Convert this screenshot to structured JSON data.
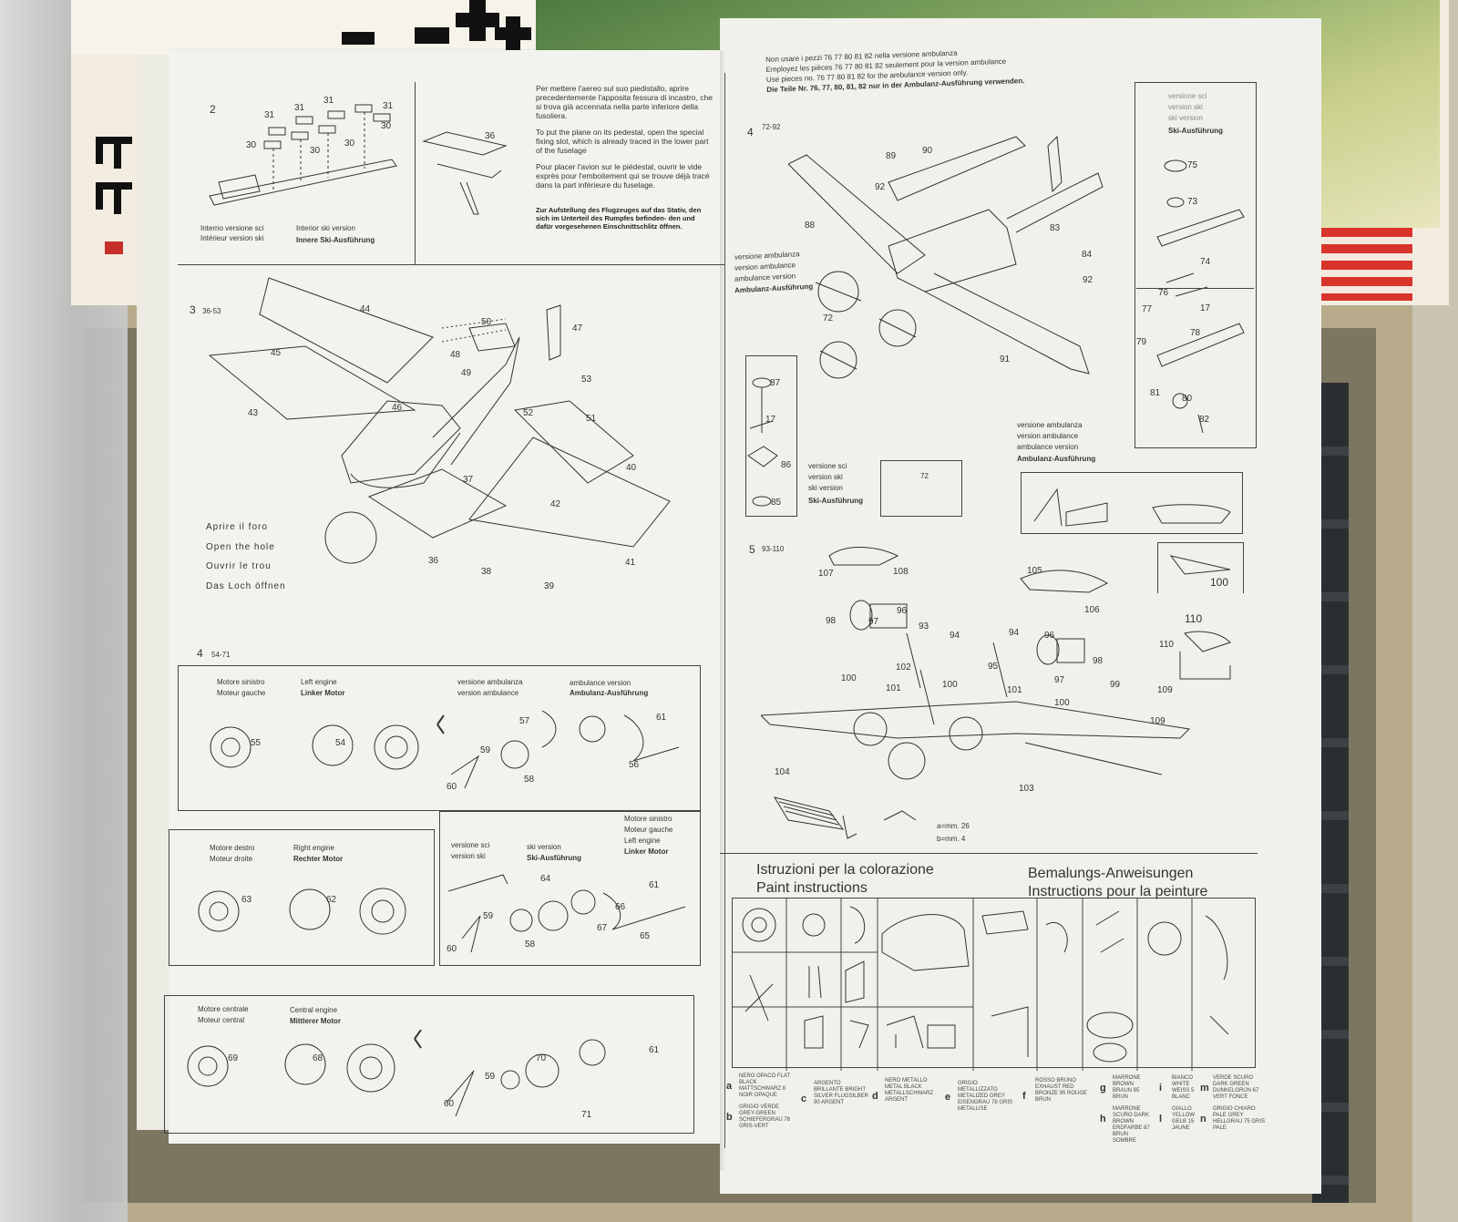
{
  "photo": {
    "colors": {
      "sheet": "#f3f3ee",
      "box": "#b9ad8e",
      "ink": "#333333"
    }
  },
  "left_page": {
    "step2": {
      "number": "2",
      "parts": [
        "31",
        "31",
        "31",
        "31",
        "30",
        "30",
        "30",
        "30"
      ],
      "labels": {
        "interno_it": "Interno versione sci",
        "interno_fr": "Intérieur version ski",
        "interior_en": "Interior ski version",
        "innere_de": "Innere Ski-Ausführung",
        "part36": "36"
      },
      "text": {
        "it": "Per mettere l'aereo sul suo piedistallo, aprire precedentemente l'apposita fessura di incastro, che si trova già accennata nella parte inferiore della fusoliera.",
        "en": "To put the plane on its pedestal, open the special fixing slot, which is already traced in the lower part of the fuselage",
        "fr": "Pour placer l'avion sur le piédestal, ouvrir le vide exprès pour l'emboitement qui se trouve déjà tracé dans la part inférieure du fuselage.",
        "de": "Zur Aufstellung des Flugzeuges auf das Stativ, den sich im Unterteil des Rumpfes befinden- den und dafür vorgesehenen Einschnittschlitz öffnen."
      }
    },
    "step3": {
      "number": "3",
      "range": "36-53",
      "parts": [
        "44",
        "45",
        "43",
        "46",
        "50",
        "47",
        "48",
        "49",
        "53",
        "52",
        "51",
        "37",
        "40",
        "42",
        "41",
        "38",
        "39",
        "36"
      ],
      "hole_labels": [
        "Aprire il foro",
        "Open the hole",
        "Ouvrir le trou",
        "Das Loch öffnen"
      ]
    },
    "step4": {
      "number": "4",
      "range": "54-71",
      "panel1": {
        "labels": [
          "Motore sinistro",
          "Moteur gauche",
          "Left engine",
          "Linker Motor",
          "versione ambulanza",
          "version ambulance",
          "ambulance version",
          "Ambulanz-Ausführung"
        ],
        "parts": [
          "55",
          "54",
          "57",
          "61",
          "59",
          "58",
          "56",
          "60"
        ]
      },
      "panel2": {
        "labels": [
          "Motore destro",
          "Moteur droite",
          "Right engine",
          "Rechter Motor"
        ],
        "parts": [
          "63",
          "62"
        ]
      },
      "panel3": {
        "labels": [
          "versione sci",
          "version ski",
          "ski version",
          "Ski-Ausführung",
          "Motore sinistro",
          "Moteur gauche",
          "Left engine",
          "Linker Motor"
        ],
        "parts": [
          "64",
          "61",
          "59",
          "66",
          "67",
          "65",
          "58",
          "60"
        ]
      },
      "panel4": {
        "labels": [
          "Motore centrale",
          "Moteur central",
          "Central engine",
          "Mittlerer Motor"
        ],
        "parts": [
          "69",
          "68",
          "70",
          "61",
          "59",
          "60",
          "71"
        ]
      }
    }
  },
  "right_page": {
    "header": [
      "Non usare i pezzi 76 77 80 81 82 nella versione ambulanza",
      "Employez les pièces 76 77 80 81 82 seulement pour la version ambulance",
      "Use pieces no. 76 77 80 81 82 for the ambulance version only.",
      "Die Teile Nr. 76, 77, 80, 81, 82 nur in der Ambulanz-Ausführung verwenden."
    ],
    "step4b": {
      "number": "4",
      "range": "72-92",
      "parts": [
        "89",
        "90",
        "92",
        "88",
        "83",
        "84",
        "92",
        "72",
        "91",
        "87",
        "17",
        "86",
        "85"
      ],
      "labels": [
        "versione ambulanza",
        "version ambulance",
        "ambulance version",
        "Ambulanz-Ausführung"
      ],
      "ski_labels": [
        "versione sci",
        "version ski",
        "ski version",
        "Ski-Ausführung"
      ],
      "part72": "72"
    },
    "ski_panel": {
      "labels": [
        "versione sci",
        "version ski",
        "ski version",
        "Ski-Ausführung"
      ],
      "parts": [
        "75",
        "73",
        "74",
        "76",
        "77",
        "17",
        "78",
        "79",
        "81",
        "80",
        "82"
      ]
    },
    "ambulance_inset": {
      "labels": [
        "versione ambulanza",
        "version ambulance",
        "ambulance version",
        "Ambulanz-Ausführung"
      ]
    },
    "step5": {
      "number": "5",
      "range": "93-110",
      "parts": [
        "107",
        "108",
        "105",
        "106",
        "98",
        "97",
        "96",
        "93",
        "94",
        "94",
        "96",
        "95",
        "98",
        "102",
        "100",
        "101",
        "100",
        "101",
        "97",
        "100",
        "99",
        "109",
        "110",
        "109",
        "104",
        "103",
        "100",
        "110"
      ],
      "dims": [
        "a=mm. 26",
        "b=mm. 4"
      ]
    },
    "paint": {
      "title_it": "Istruzioni per la colorazione",
      "title_en": "Paint instructions",
      "title_de": "Bemalungs-Anweisungen",
      "title_fr": "Instructions pour la peinture",
      "legend": [
        {
          "key": "a",
          "text": "NERO OPACO FLAT BLACK MATTSCHWARZ 8 NOIR OPAQUE"
        },
        {
          "key": "b",
          "text": "GRIGIO VERDE GREY-GREEN SCHIEFERGRAU 78 GRIS-VERT"
        },
        {
          "key": "c",
          "text": "ARGENTO BRILLANTE BRIGHT SILVER FLUGSILBER 90 ARGENT"
        },
        {
          "key": "d",
          "text": "NERO METALLO METAL BLACK METALLSCHWARZ ARGENT"
        },
        {
          "key": "e",
          "text": "GRIGIO METALLIZZATO METALIZED GREY EISENGRAU 78 GRIS METALLISE"
        },
        {
          "key": "f",
          "text": "ROSSO BRUNO EXHAUST RED BRONZE 95 ROUGE BRUN"
        },
        {
          "key": "g",
          "text": "MARRONE BROWN BRAUN 85 BRUN"
        },
        {
          "key": "h",
          "text": "MARRONE SCURO DARK BROWN ERDFARBE 87 BRUN SOMBRE"
        },
        {
          "key": "i",
          "text": "BIANCO WHITE WEISS 5 BLANC"
        },
        {
          "key": "l",
          "text": "GIALLO YELLOW GELB 15 JAUNE"
        },
        {
          "key": "m",
          "text": "VERDE SCURO DARK GREEN DUNKELGRÜN 67 VERT FONCE"
        },
        {
          "key": "n",
          "text": "GRIGIO CHIARO PALE GREY HELLGRAU 75 GRIS PALE"
        }
      ]
    }
  }
}
